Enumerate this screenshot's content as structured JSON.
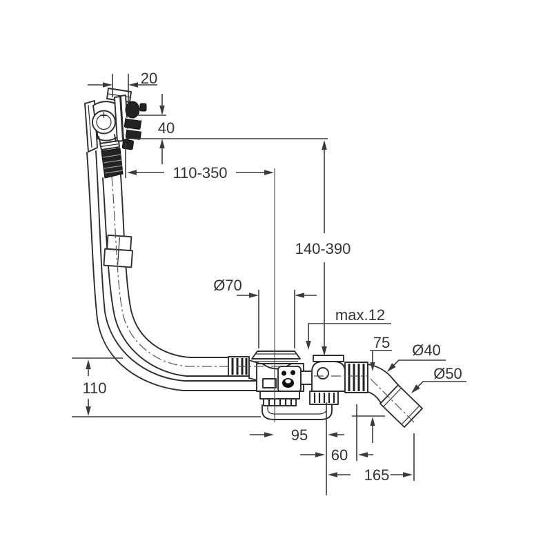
{
  "drawing": {
    "kind": "technical-dimension-drawing",
    "background": "#ffffff",
    "ink": "#333333",
    "labels": {
      "d20": "20",
      "d40": "40",
      "d110_350": "110-350",
      "d140_390": "140-390",
      "d70": "Ø70",
      "max12": "max.12",
      "d75": "75",
      "dia40": "Ø40",
      "dia50": "Ø50",
      "d110": "110",
      "d95": "95",
      "d60": "60",
      "d165": "165"
    }
  }
}
